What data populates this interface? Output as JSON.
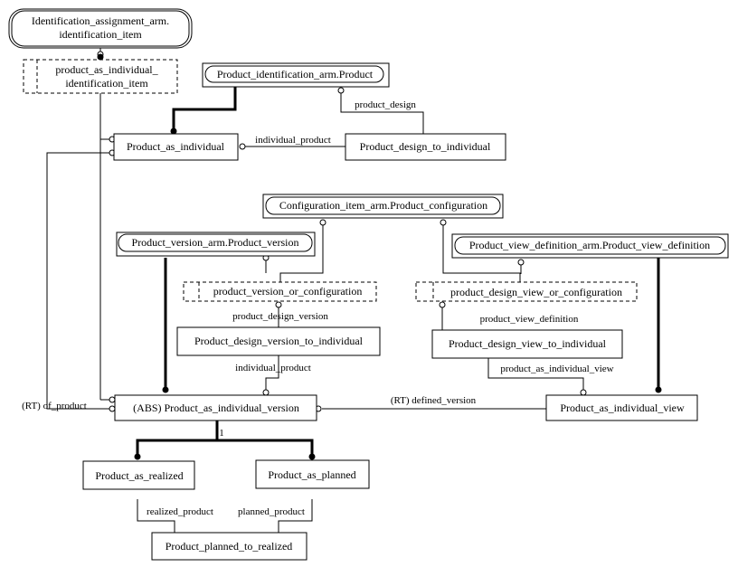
{
  "entities": {
    "id_item": [
      "Identification_assignment_arm.",
      "identification_item"
    ],
    "pai_id_item": [
      "product_as_individual_",
      "identification_item"
    ],
    "pi_product": "Product_identification_arm.Product",
    "product_as_individual": "Product_as_individual",
    "product_design_to_individual": "Product_design_to_individual",
    "ci_product_configuration": "Configuration_item_arm.Product_configuration",
    "pv_product_version": "Product_version_arm.Product_version",
    "pvd_product_view_definition": "Product_view_definition_arm.Product_view_definition",
    "pv_or_configuration": "product_version_or_configuration",
    "pdv_or_configuration": "product_design_view_or_configuration",
    "pdv_to_individual": "Product_design_version_to_individual",
    "pdview_to_individual": "Product_design_view_to_individual",
    "pai_version": "(ABS) Product_as_individual_version",
    "pai_view": "Product_as_individual_view",
    "product_as_realized": "Product_as_realized",
    "product_as_planned": "Product_as_planned",
    "planned_to_realized": "Product_planned_to_realized"
  },
  "labels": {
    "product_design": "product_design",
    "individual_product_1": "individual_product",
    "product_design_version": "product_design_version",
    "individual_product_2": "individual_product",
    "product_view_definition": "product_view_definition",
    "product_as_individual_view": "product_as_individual_view",
    "of_product": "(RT) of_product",
    "defined_version": "(RT) defined_version",
    "one": "1",
    "realized_product": "realized_product",
    "planned_product": "planned_product"
  }
}
